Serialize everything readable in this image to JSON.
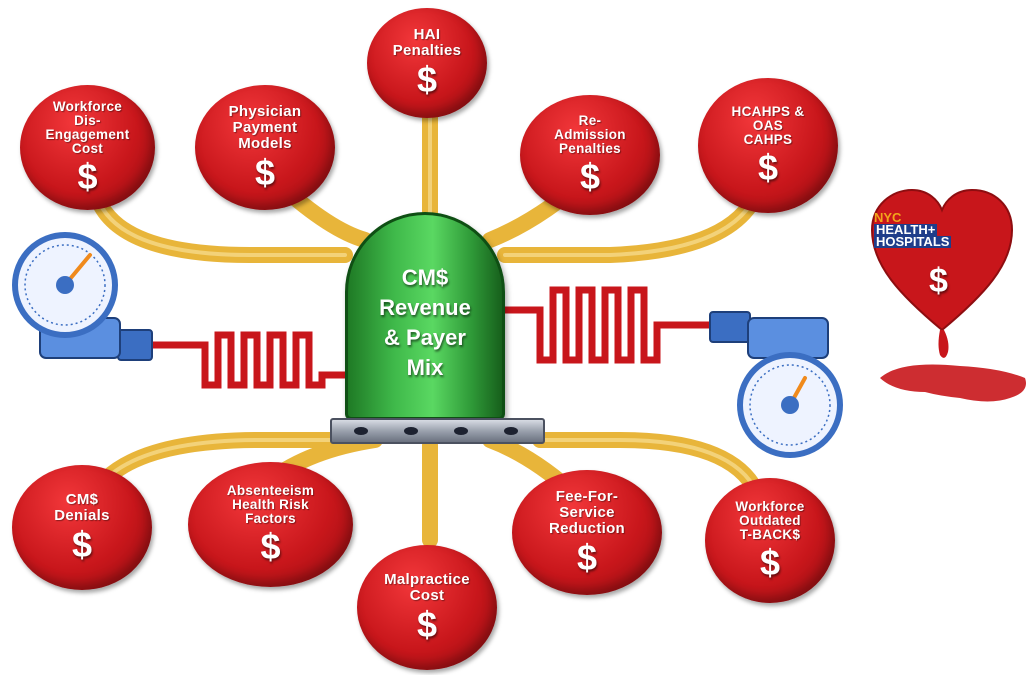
{
  "center": {
    "label": "CM$\nRevenue\n& Payer\nMix"
  },
  "nodes": [
    {
      "label": "HAI\nPenalties",
      "symbol": "$"
    },
    {
      "label": "Workforce\nDis-\nEngagement\nCost",
      "symbol": "$"
    },
    {
      "label": "Physician\nPayment\nModels",
      "symbol": "$"
    },
    {
      "label": "Re-\nAdmission\nPenalties",
      "symbol": "$"
    },
    {
      "label": "HCAHPS &\nOAS\nCAHPS",
      "symbol": "$"
    },
    {
      "label": "CM$\nDenials",
      "symbol": "$"
    },
    {
      "label": "Absenteeism\nHealth Risk\nFactors",
      "symbol": "$"
    },
    {
      "label": "Malpractice\nCost",
      "symbol": "$"
    },
    {
      "label": "Fee-For-\nService\nReduction",
      "symbol": "$"
    },
    {
      "label": "Workforce\nOutdated\nT-BACK$",
      "symbol": "$"
    }
  ],
  "logo": {
    "line1": "NYC",
    "line2": "HEALTH+",
    "line3": "HOSPITALS",
    "symbol": "$"
  },
  "colors": {
    "node_red": "#c8161b",
    "pipe_gold": "#e8b53a",
    "tube_red": "#c8161b",
    "tank_green": "#3fb94a",
    "gauge_blue": "#3b6ec2"
  }
}
